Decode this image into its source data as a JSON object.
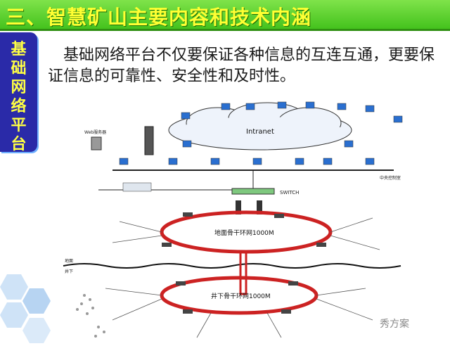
{
  "slide": {
    "title": "三、智慧矿山主要内容和技术内涵",
    "side_label": [
      "基",
      "础",
      "网",
      "络",
      "平",
      "台"
    ],
    "body": "基础网络平台不仅要保证各种信息的互连互通，更要保证信息的可靠性、安全性和及时性。"
  },
  "diagram": {
    "intranet_label": "Intranet",
    "switch_label": "SWITCH",
    "ring_ground_label": "地面骨干环网1000M",
    "ring_under_label": "井下骨干环网1000M",
    "ground_divider_above": "地面",
    "ground_divider_below": "井下",
    "web_label": "Web服务器",
    "center_label": "中央控制室"
  },
  "watermark": "秀方案",
  "colors": {
    "title_bg": "#44c21d",
    "title_text": "#ffff33",
    "side_bg": "#2a2aa8",
    "side_text": "#ffff44",
    "ring": "#cc2222"
  }
}
